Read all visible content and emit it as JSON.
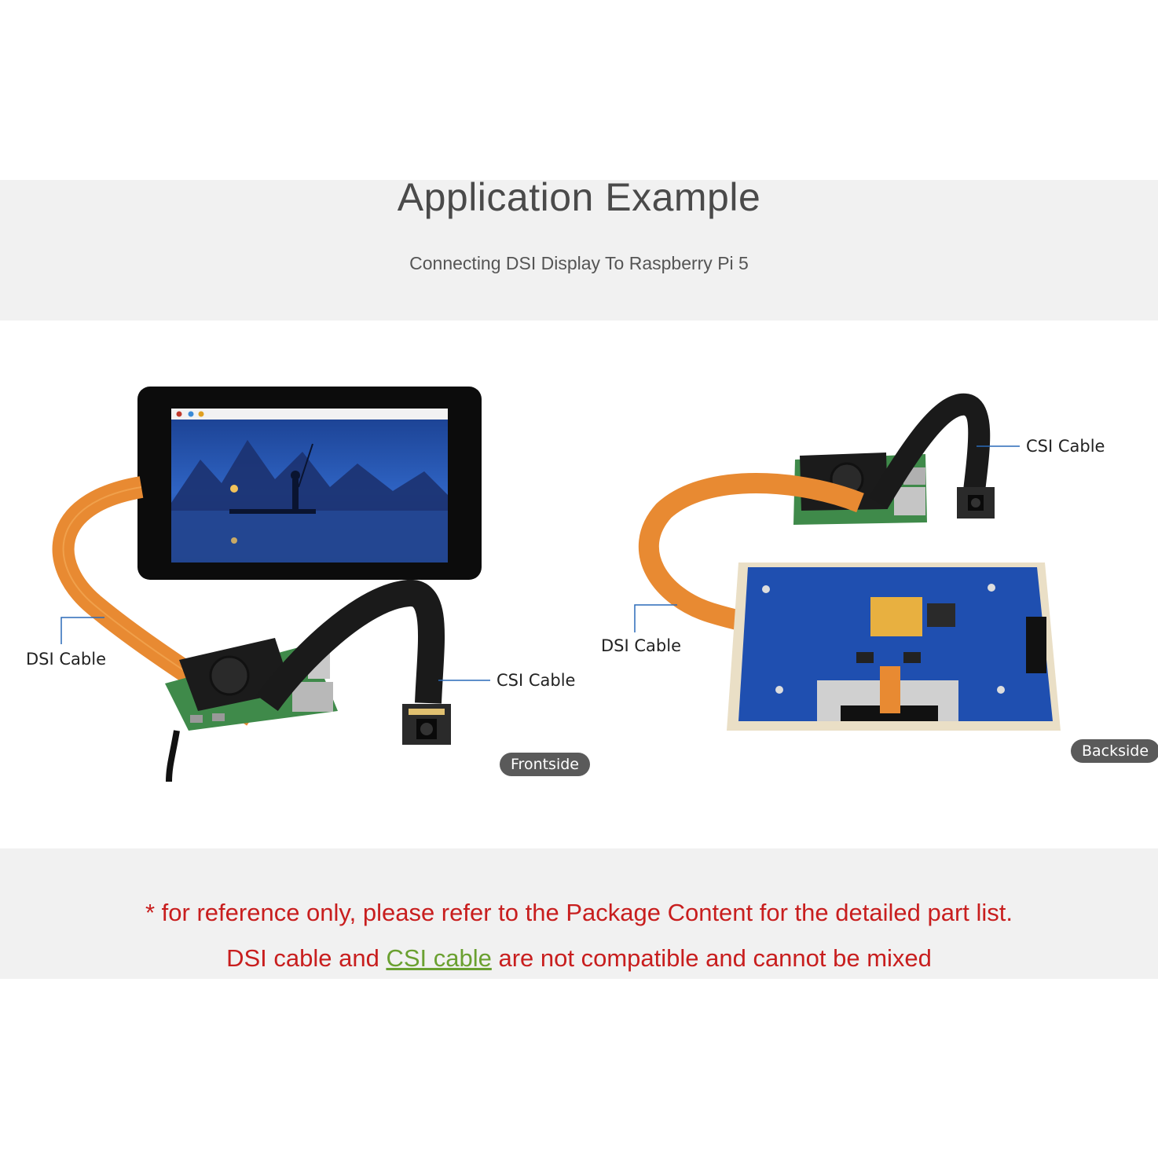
{
  "header": {
    "title": "Application Example",
    "subtitle": "Connecting DSI Display To Raspberry Pi 5"
  },
  "front": {
    "dsi_label": "DSI Cable",
    "csi_label": "CSI Cable",
    "badge": "Frontside"
  },
  "back": {
    "csi_label": "CSI Cable",
    "dsi_label": "DSI Cable",
    "badge": "Backside"
  },
  "footer": {
    "note_line1": "* for reference only, please refer to the Package Content for the detailed part list.",
    "note_line2_pre": "DSI cable and ",
    "note_line2_link": "CSI cable",
    "note_line2_post": " are not compatible and cannot be mixed"
  },
  "colors": {
    "band": "#f1f1f1",
    "title": "#4a4a4a",
    "note": "#c81e1e",
    "link": "#6aa030",
    "badge": "#5a5a5a",
    "flex_cable": "#e88a32",
    "black_cable": "#1a1a1a",
    "pcb_blue": "#1f4fb0",
    "pi_green": "#3f8a4a"
  }
}
